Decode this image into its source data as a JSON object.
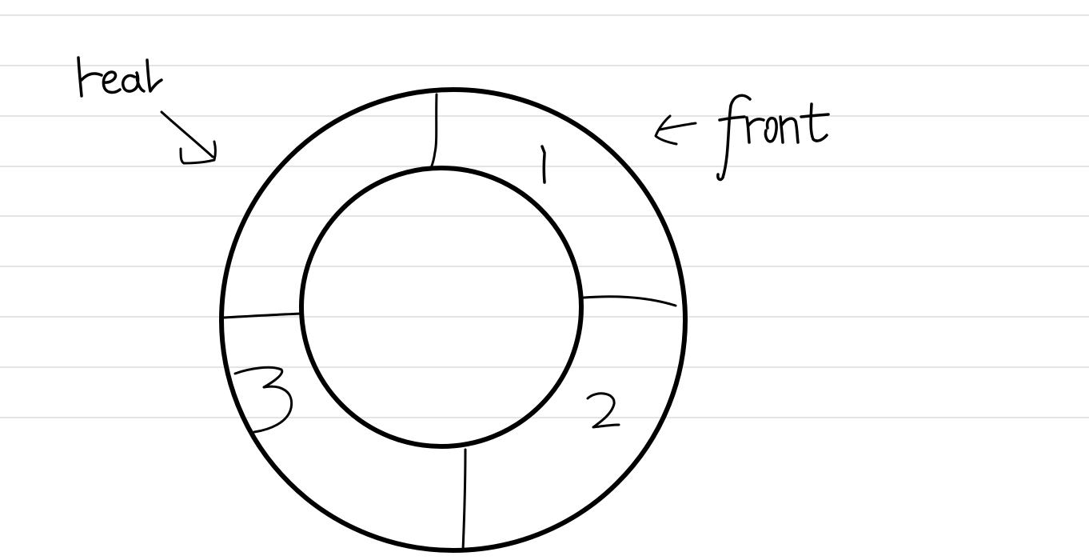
{
  "notes": {
    "rear_label": "rear",
    "front_label": "front",
    "slots": [
      {
        "label": "1"
      },
      {
        "label": "2"
      },
      {
        "label": "3"
      }
    ]
  }
}
